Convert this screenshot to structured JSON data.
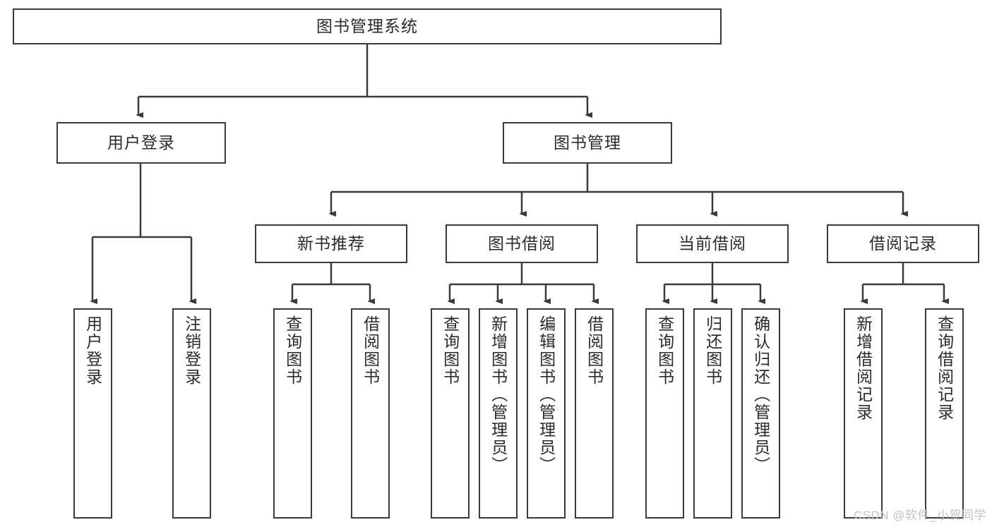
{
  "diagram": {
    "title": "图书管理系统",
    "type": "tree-hierarchy",
    "watermark": "CSDN @软件_小贺同学",
    "colors": {
      "box_border": "#3a3a3a",
      "box_fill": "#ffffff",
      "connector": "#3a3a3a",
      "text": "#2b2b2b",
      "watermark": "#c2c2c2"
    },
    "root": {
      "label": "图书管理系统"
    },
    "level2": [
      {
        "label": "用户登录"
      },
      {
        "label": "图书管理"
      }
    ],
    "level3": [
      {
        "label": "新书推荐"
      },
      {
        "label": "图书借阅"
      },
      {
        "label": "当前借阅"
      },
      {
        "label": "借阅记录"
      }
    ],
    "leaves": [
      {
        "label": "用户登录",
        "parent": "用户登录"
      },
      {
        "label": "注销登录",
        "parent": "用户登录"
      },
      {
        "label": "查询图书",
        "parent": "新书推荐"
      },
      {
        "label": "借阅图书",
        "parent": "新书推荐"
      },
      {
        "label": "查询图书",
        "parent": "图书借阅"
      },
      {
        "label": "新增图书（管理员）",
        "parent": "图书借阅"
      },
      {
        "label": "编辑图书（管理员）",
        "parent": "图书借阅"
      },
      {
        "label": "借阅图书",
        "parent": "图书借阅"
      },
      {
        "label": "查询图书",
        "parent": "当前借阅"
      },
      {
        "label": "归还图书",
        "parent": "当前借阅"
      },
      {
        "label": "确认归还（管理员）",
        "parent": "当前借阅"
      },
      {
        "label": "新增借阅记录",
        "parent": "借阅记录"
      },
      {
        "label": "查询借阅记录",
        "parent": "借阅记录"
      }
    ]
  }
}
